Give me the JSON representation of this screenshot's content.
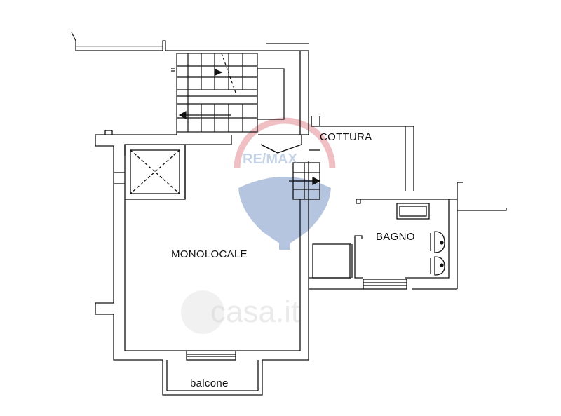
{
  "rooms": {
    "monolocale": "MONOLOCALE",
    "cottura": "COTTURA",
    "bagno": "BAGNO",
    "balcone": "balcone"
  },
  "watermarks": {
    "remax": "RE/MAX",
    "casa": "casa.it"
  },
  "colors": {
    "wall": "#111111",
    "remax_red": "#d64b5a",
    "remax_blue": "#2f5ca8",
    "watermark_gray": "#d9d9d9"
  }
}
